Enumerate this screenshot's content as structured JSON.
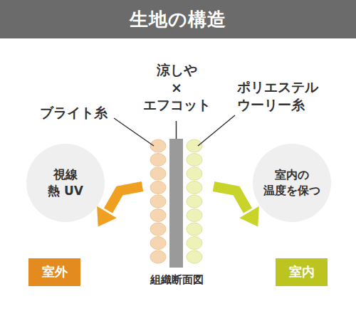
{
  "diagram": {
    "title": "生地の構造",
    "nodes": [
      {
        "text": [
          "視線",
          "熱 UV"
        ]
      },
      {
        "text": [
          "室内の 温度を保つ"
        ]
      },
      {
        "text": [
          "室外"
        ]
      },
      {
        "text": [
          "室内"
        ]
      }
    ],
    "labels": [
      "涼しや × エフコット",
      "ブライト糸",
      "ポリエステル ウーリー糸",
      "組織断面図"
    ]
  }
}
